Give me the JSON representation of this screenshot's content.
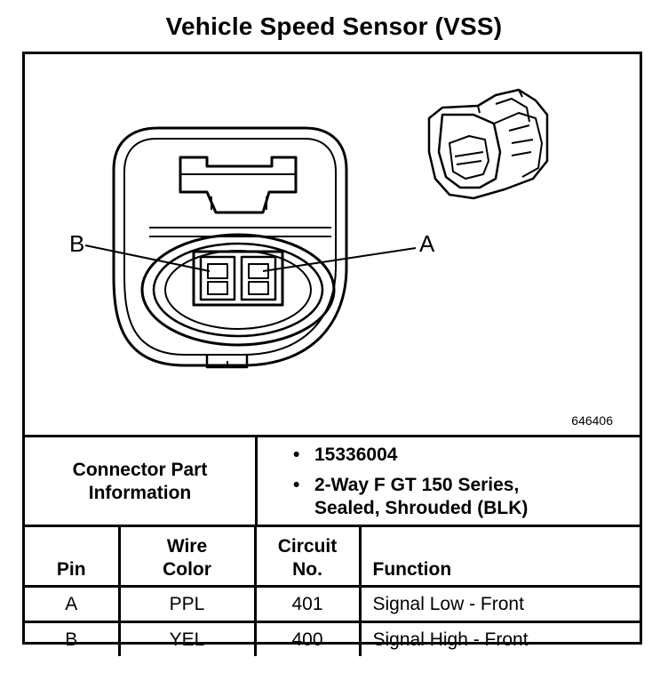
{
  "title": "Vehicle Speed Sensor (VSS)",
  "figure_number": "646406",
  "pin_labels": {
    "left": "B",
    "right": "A"
  },
  "connector": {
    "label_line1": "Connector Part",
    "label_line2": "Information",
    "bullets": [
      {
        "line1": "15336004",
        "line2": ""
      },
      {
        "line1": "2-Way F GT 150 Series,",
        "line2": "Sealed, Shrouded (BLK)"
      }
    ]
  },
  "table": {
    "headers": {
      "pin": "Pin",
      "wire_line1": "Wire",
      "wire_line2": "Color",
      "circuit_line1": "Circuit",
      "circuit_line2": "No.",
      "function": "Function"
    },
    "rows": [
      {
        "pin": "A",
        "wire": "PPL",
        "circuit": "401",
        "function": "Signal Low - Front"
      },
      {
        "pin": "B",
        "wire": "YEL",
        "circuit": "400",
        "function": "Signal High - Front"
      }
    ]
  }
}
